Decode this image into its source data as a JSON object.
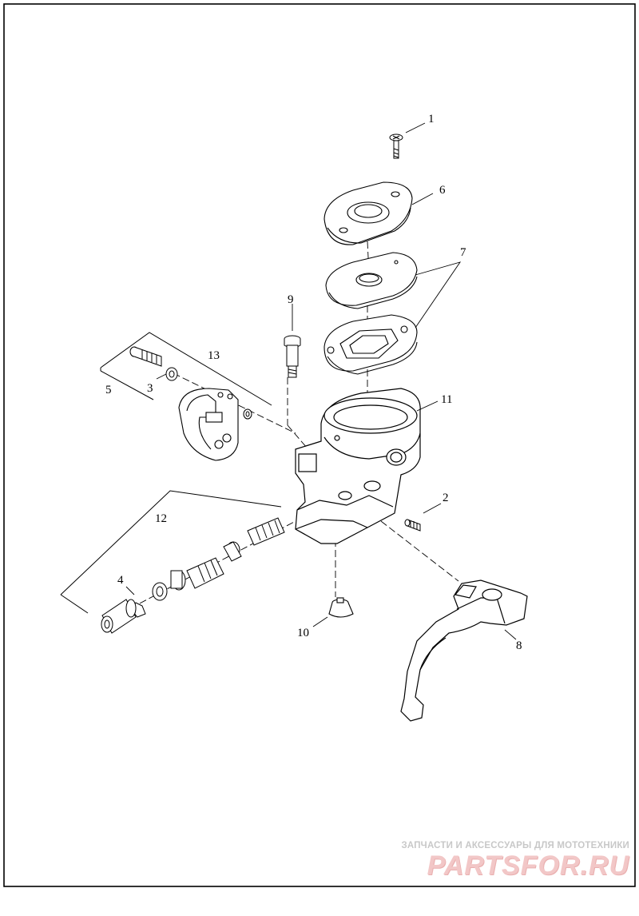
{
  "callouts": [
    {
      "id": "1",
      "label": "1"
    },
    {
      "id": "2",
      "label": "2"
    },
    {
      "id": "3",
      "label": "3"
    },
    {
      "id": "4",
      "label": "4"
    },
    {
      "id": "5",
      "label": "5"
    },
    {
      "id": "6",
      "label": "6"
    },
    {
      "id": "7",
      "label": "7"
    },
    {
      "id": "8",
      "label": "8"
    },
    {
      "id": "9",
      "label": "9"
    },
    {
      "id": "10",
      "label": "10"
    },
    {
      "id": "11",
      "label": "11"
    },
    {
      "id": "12",
      "label": "12"
    },
    {
      "id": "13",
      "label": "13"
    }
  ],
  "watermark": {
    "caption": "ЗАПЧАСТИ И АКСЕССУАРЫ ДЛЯ МОТОТЕХНИКИ",
    "logo": "PARTSFOR.RU"
  },
  "colors": {
    "line": "#000000",
    "paper": "#ffffff",
    "watermark_logo": "#f2c7c7",
    "watermark_caption": "#c8c8c8"
  }
}
